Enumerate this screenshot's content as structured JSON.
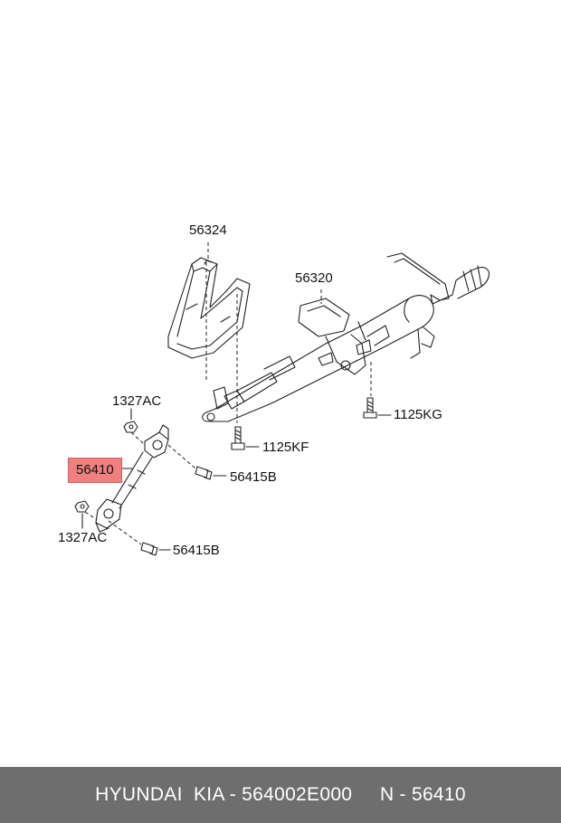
{
  "theme": {
    "line_color": "#222222",
    "highlight_color": "#f08080",
    "footer_bg": "#6e6e6e",
    "footer_text": "#ffffff"
  },
  "labels": {
    "p56324": "56324",
    "p56320": "56320",
    "p1125KG": "1125KG",
    "p1125KF": "1125KF",
    "p1327AC_top": "1327AC",
    "p56410": "56410",
    "p56415B_top": "56415B",
    "p1327AC_bottom": "1327AC",
    "p56415B_bottom": "56415B"
  },
  "footer": {
    "text": "HYUNDAI  KIA - 564002E000     N - 56410"
  }
}
